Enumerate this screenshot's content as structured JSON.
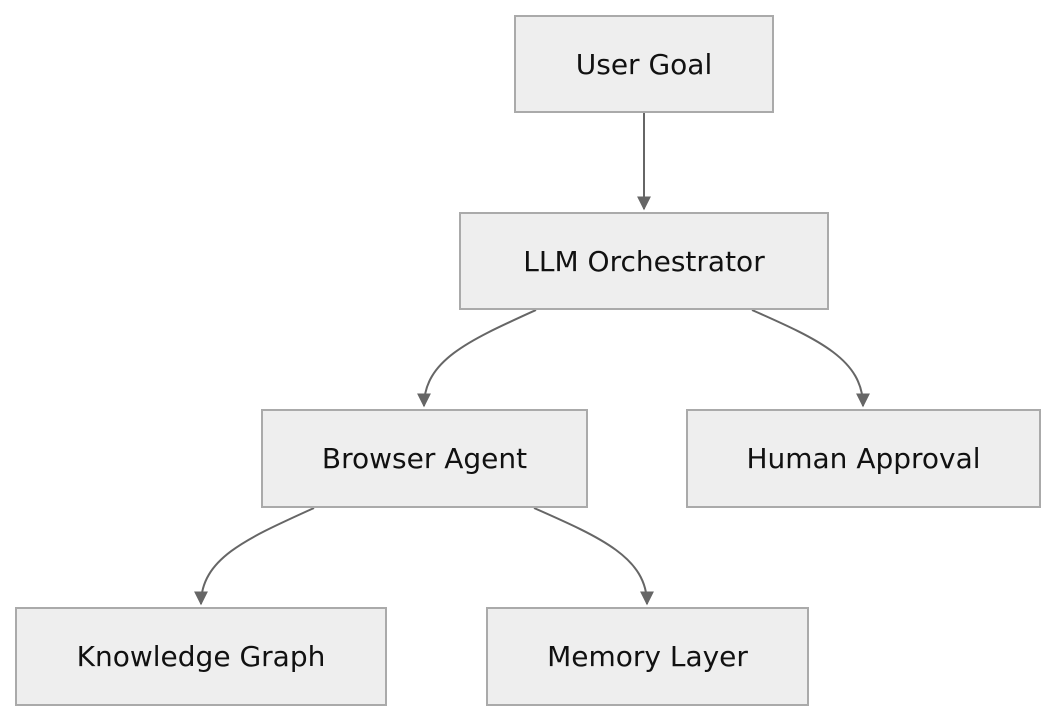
{
  "colors": {
    "node_fill": "#eeeeee",
    "node_border": "#aaaaaa",
    "edge": "#666666",
    "text": "#111111"
  },
  "nodes": {
    "user_goal": "User Goal",
    "orchestrator": "LLM Orchestrator",
    "browser_agent": "Browser Agent",
    "human_approval": "Human Approval",
    "knowledge_graph": "Knowledge Graph",
    "memory_layer": "Memory Layer"
  },
  "edges": [
    {
      "from": "user_goal",
      "to": "orchestrator"
    },
    {
      "from": "orchestrator",
      "to": "browser_agent"
    },
    {
      "from": "orchestrator",
      "to": "human_approval"
    },
    {
      "from": "browser_agent",
      "to": "knowledge_graph"
    },
    {
      "from": "browser_agent",
      "to": "memory_layer"
    }
  ]
}
